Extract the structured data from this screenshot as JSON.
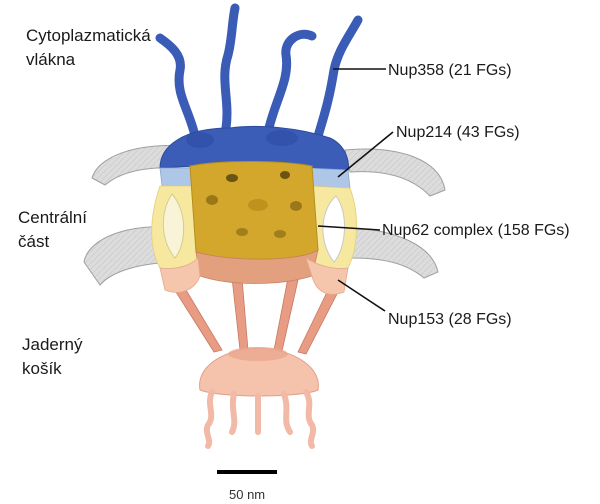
{
  "regions": {
    "cytoplasmic": {
      "line1": "Cytoplazmatická",
      "line2": "vlákna"
    },
    "central": {
      "line1": "Centrální",
      "line2": "část"
    },
    "basket": {
      "line1": "Jaderný",
      "line2": "košík"
    }
  },
  "nups": [
    {
      "label": "Nup358 (21 FGs)",
      "color": "#3b5db8"
    },
    {
      "label": "Nup214 (43 FGs)",
      "color": "#a9c4e4"
    },
    {
      "label": "Nup62 complex (158 FGs)",
      "color": "#f7e9a0"
    },
    {
      "label": "Nup153 (28 FGs)",
      "color": "#f5c4a8"
    }
  ],
  "scale_bar": {
    "label": "50 nm"
  },
  "colors": {
    "cytoplasmic_filaments": "#3b5db8",
    "nup214": "#a9c4e4",
    "central_core": "#d4a82a",
    "nup62": "#f7e9a0",
    "nup153": "#f5c4a8",
    "basket": "#e89880",
    "envelope": "#d9d9d9"
  }
}
